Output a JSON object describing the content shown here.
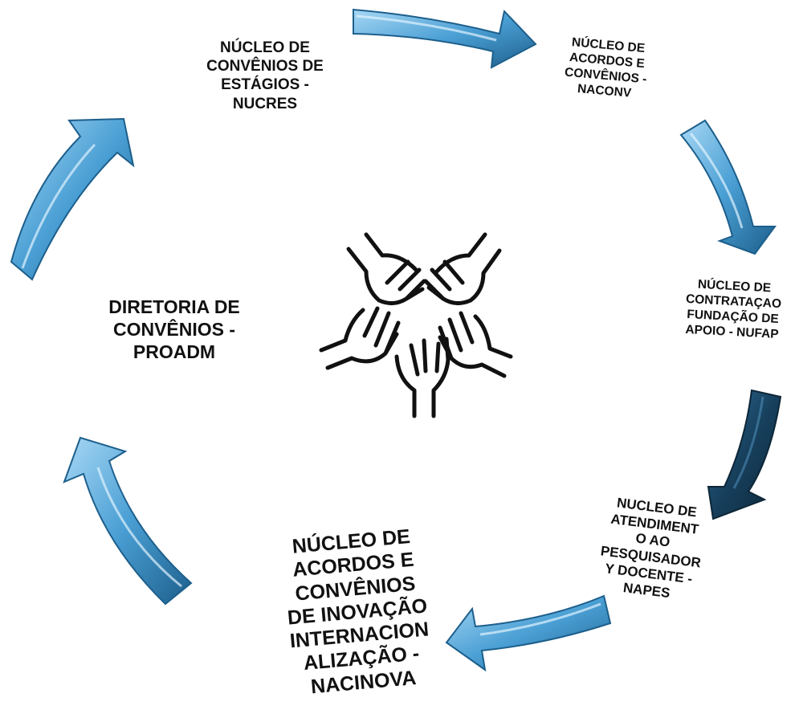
{
  "diagram": {
    "center_icon": "five-hands-teamwork-icon",
    "arrow_color": "#4a9fd4",
    "nodes": {
      "nucres": "NÚCLEO DE\nCONVÊNIOS DE\nESTÁGIOS -\nNUCRES",
      "naconv": "NÚCLEO DE\nACORDOS E\nCONVÊNIOS -\nNACONV",
      "nufap": "NÚCLEO DE\nCONTRATAÇAO\nFUNDAÇÃO DE\nAPOIO - NUFAP",
      "napes": "NUCLEO DE\nATENDIMENT\nO AO\nPESQUISADOR\nY DOCENTE -\nNAPES",
      "nacinova": "NÚCLEO DE\nACORDOS E\nCONVÊNIOS\nDE INOVAÇÃO\nINTERNACION\nALIZAÇÃO -\nNACINOVA",
      "proadm": "DIRETORIA DE\nCONVÊNIOS  -\nPROADM"
    }
  }
}
